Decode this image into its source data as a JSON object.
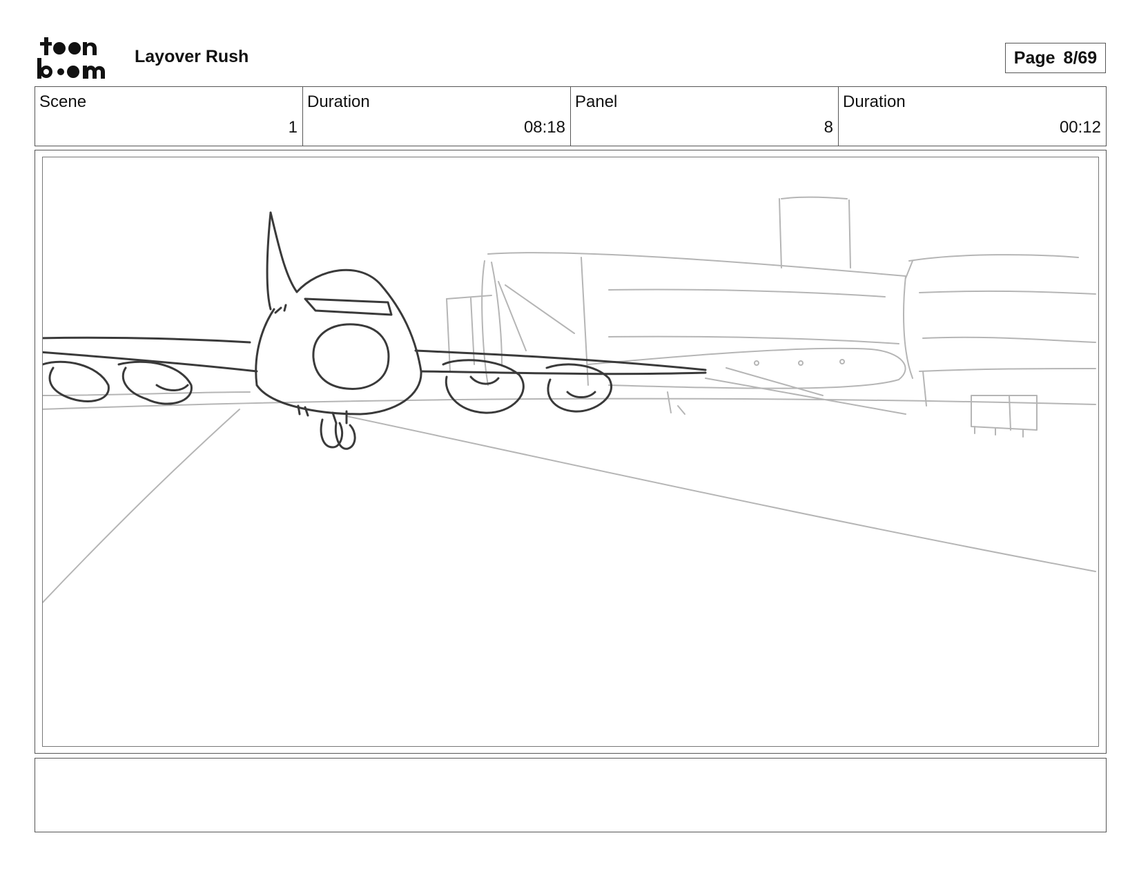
{
  "header": {
    "logo_text_top": "toon",
    "logo_text_bottom": "boom",
    "title": "Layover Rush",
    "page_label": "Page",
    "page_value": "8/69"
  },
  "info": {
    "scene": {
      "label": "Scene",
      "value": "1"
    },
    "scene_duration": {
      "label": "Duration",
      "value": "08:18"
    },
    "panel": {
      "label": "Panel",
      "value": "8"
    },
    "panel_duration": {
      "label": "Duration",
      "value": "00:12"
    }
  },
  "panel": {
    "sketch_subject": "airplane-on-tarmac-sketch"
  },
  "notes": {
    "text": ""
  }
}
